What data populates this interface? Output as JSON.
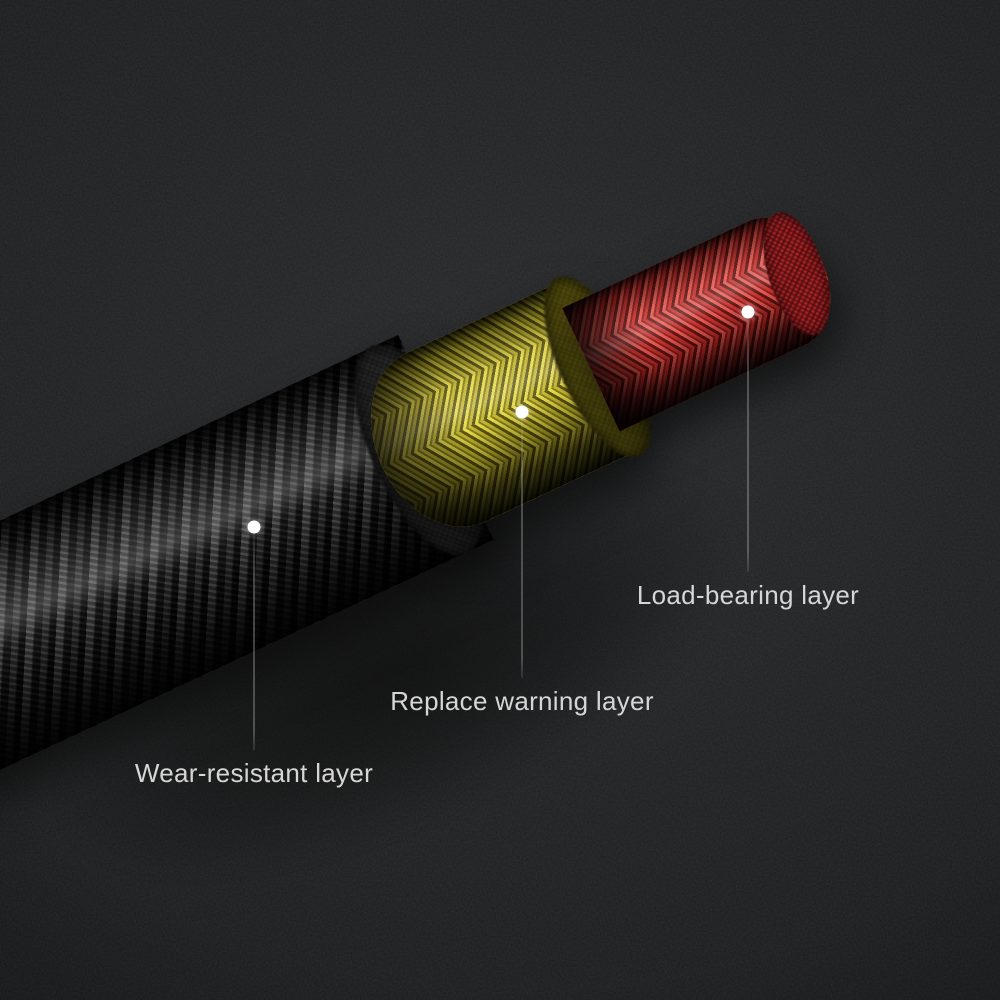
{
  "scene": {
    "description": "Cutaway product diagram of a braided cable showing three concentric protective layers on a dark textured background",
    "background_color": "#1e1f20"
  },
  "annotations": [
    {
      "id": "wear-resistant",
      "label": "Wear-resistant layer",
      "layer_color": "#2b2b2b",
      "marker": "white-dot"
    },
    {
      "id": "replace-warning",
      "label": "Replace warning layer",
      "layer_color": "#d6ca35",
      "marker": "white-dot"
    },
    {
      "id": "load-bearing",
      "label": "Load-bearing layer",
      "layer_color": "#cf332e",
      "marker": "white-dot"
    }
  ],
  "colors": {
    "text": "#d6d6d6",
    "callout_line": "#e1e1e1",
    "marker_dot": "#ffffff",
    "outer_layer": "#2b2b2b",
    "middle_layer": "#d6ca35",
    "core_layer": "#cf332e"
  }
}
